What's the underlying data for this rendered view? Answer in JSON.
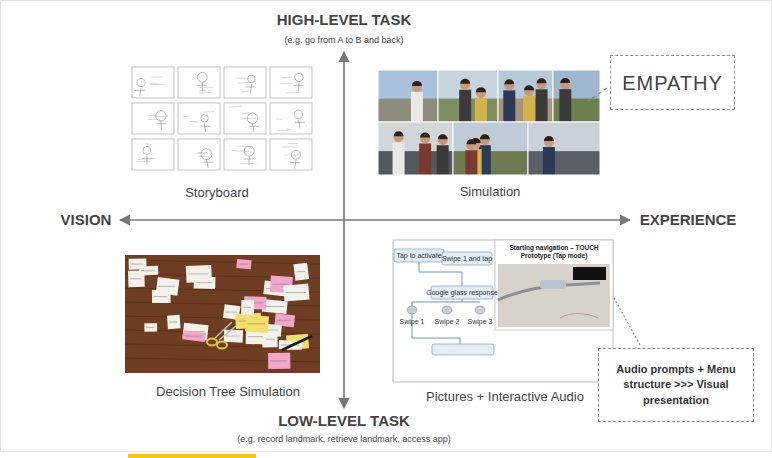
{
  "diagram": {
    "nodes": [
      {
        "text": [
          "EMPATHY"
        ]
      },
      {
        "text": [
          "Audio prompts + Menu structure >>> Visual presentation"
        ]
      }
    ],
    "labels": [
      "HIGH-LEVEL TASK",
      "(e.g. go from A to B and back)",
      "VISION",
      "EXPERIENCE",
      "LOW-LEVEL TASK",
      "(e.g. record landmark, retrieve landmark, access app)",
      "Storyboard",
      "Simulation",
      "Decision Tree Simulation",
      "Pictures + Interactive Audio",
      "Tap to activate",
      "Swipe 1 and tap",
      "Google glass response",
      "Swipe 1",
      "Swipe 2",
      "Swipe 3",
      "Starting navigation – TOUCH Prototype (Tap mode)"
    ]
  }
}
